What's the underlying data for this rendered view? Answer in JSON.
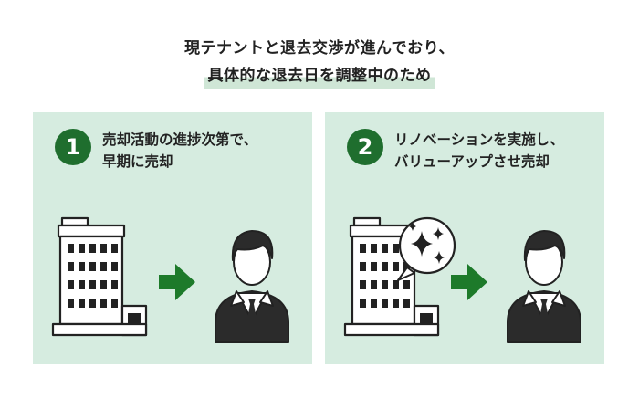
{
  "headline": {
    "line1": "現テナントと退去交渉が進んでおり、",
    "line2": "具体的な退去日を調整中のため"
  },
  "panels": [
    {
      "number": "1",
      "line1": "売却活動の進捗次第で、",
      "line2": "早期に売却"
    },
    {
      "number": "2",
      "line1": "リノベーションを実施し、",
      "line2": "バリューアップさせ売却"
    }
  ],
  "colors": {
    "accent": "#1f6e2e",
    "panel_bg": "#d6ece0",
    "highlight": "#cfe6d6",
    "arrow": "#1d7a2a",
    "person": "#2b2b2b"
  },
  "icons": [
    "building-icon",
    "arrow-right-icon",
    "businessman-icon",
    "sparkle-icon"
  ]
}
